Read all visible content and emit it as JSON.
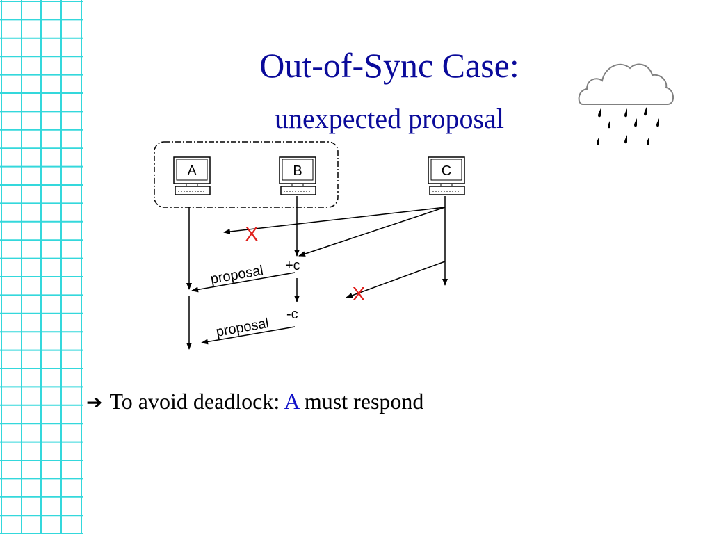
{
  "slide": {
    "title": "Out-of-Sync Case:",
    "subtitle": "unexpected proposal"
  },
  "diagram": {
    "nodes": [
      {
        "id": "A",
        "label": "A"
      },
      {
        "id": "B",
        "label": "B"
      },
      {
        "id": "C",
        "label": "C"
      }
    ],
    "messages": {
      "proposal_plus": {
        "text": "proposal",
        "suffix": "+c"
      },
      "proposal_minus": {
        "text": "proposal",
        "suffix": "-c"
      }
    },
    "lost_marker": "X"
  },
  "bullet": {
    "prefix": "To avoid deadlock: ",
    "highlight": "A",
    "suffix": " must respond"
  },
  "colors": {
    "title": "#0a0a9a",
    "grid": "#34d8dc",
    "lost_marker": "#e0201c",
    "highlight": "#1010c8"
  },
  "icons": [
    "computer-icon",
    "rain-cloud-icon",
    "right-arrow-icon"
  ]
}
